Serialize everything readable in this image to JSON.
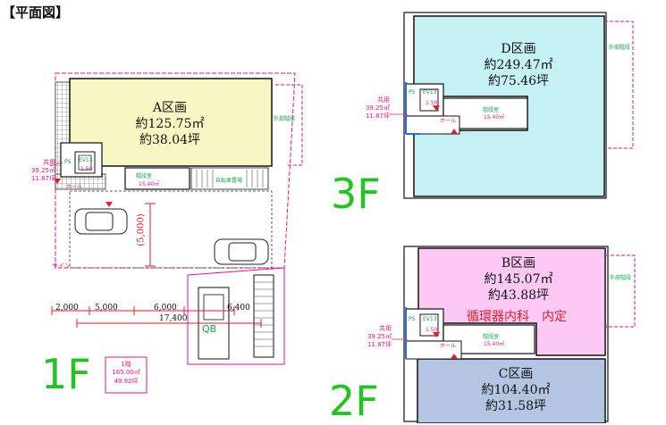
{
  "header": {
    "title": "【平面図】"
  },
  "floors": {
    "f1": {
      "label": "1F",
      "unit_a": {
        "name": "A区画",
        "area_m2": "約125.75㎡",
        "area_tsubo": "約38.04坪"
      },
      "shared": {
        "label": "共用",
        "area_m2": "39.25㎡",
        "area_tsubo": "11.87坪"
      },
      "rooms": {
        "ps": "PS",
        "ev": "EV13",
        "ev_size": "1.50",
        "hall": "ホール",
        "stair_room": "階段室",
        "stair_area": "15.40㎡",
        "bike": "自転車置場",
        "outer_stair": "外部階段",
        "sign": "サイン",
        "qb": "QB"
      },
      "dims": {
        "d1": "2,000",
        "d2": "5,000",
        "d3": "6,000",
        "d4": "6,400",
        "total": "17,400",
        "vertical": "(5,000)"
      },
      "floor_total": {
        "label": "1階",
        "area_m2": "165.00㎡",
        "area_tsubo": "49.92坪"
      }
    },
    "f2": {
      "label": "2F",
      "unit_b": {
        "name": "B区画",
        "area_m2": "約145.07㎡",
        "area_tsubo": "約43.88坪",
        "tenant": "循環器内科　内定"
      },
      "unit_c": {
        "name": "C区画",
        "area_m2": "約104.40㎡",
        "area_tsubo": "約31.58坪"
      },
      "shared": {
        "label": "共用",
        "area_m2": "39.25㎡",
        "area_tsubo": "11.87坪"
      },
      "rooms": {
        "ps": "PS",
        "ev": "EV13",
        "ev_size": "1.50",
        "hall": "ホール",
        "stair_room": "階段室",
        "stair_area": "15.40㎡",
        "outer_stair": "外部階段"
      }
    },
    "f3": {
      "label": "3F",
      "unit_d": {
        "name": "D区画",
        "area_m2": "約249.47㎡",
        "area_tsubo": "約75.46坪"
      },
      "shared": {
        "label": "共用",
        "area_m2": "39.25㎡",
        "area_tsubo": "11.87坪"
      },
      "rooms": {
        "ps": "PS",
        "ev": "EV13",
        "ev_size": "1.50",
        "hall": "ホール",
        "stair_room": "階段室",
        "stair_area": "15.40㎡",
        "outer_stair": "外部階段"
      }
    }
  },
  "colors": {
    "unit_a": "#f8f7c4",
    "unit_b": "#fbc9f4",
    "unit_c": "#b4c5e4",
    "unit_d": "#c5f1f5",
    "shared_pink": "#e0168a",
    "dim_red": "#e11d2a",
    "floor_label_green": "#22c322",
    "tenant_red": "#e11d2a"
  }
}
